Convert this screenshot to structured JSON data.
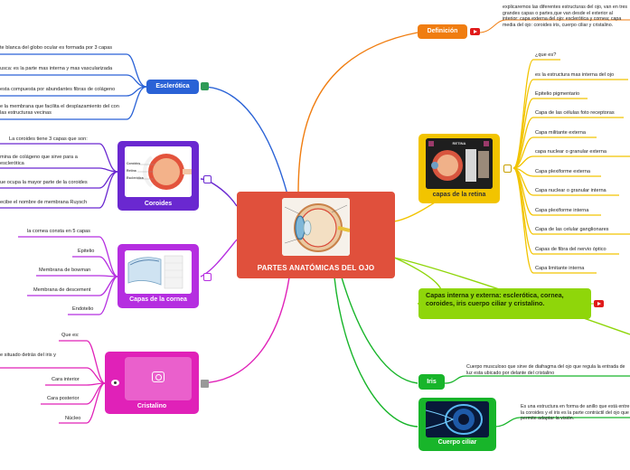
{
  "central": {
    "title": "PARTES ANATÓMICAS DEL OJO"
  },
  "nodes": {
    "definicion": "Definición",
    "esclerotica": "Esclerótica",
    "coroides": "Coroides",
    "cornea": "Capas de la cornea",
    "cristalino": "Cristalino",
    "retina": "capas de la retina",
    "capas_interna": "Capas interna y externa: esclerótica, cornea, coroides, iris cuerpo ciliar y cristalino.",
    "iris": "Iris",
    "cuerpo_ciliar": "Cuerpo ciliar"
  },
  "definicion_text": "explicaremos las diferentes estructuras del ojo, van en tres grandes capas o partes,que van desde el exterior al interior: capa externa del ojo: esclerótica y cornea; capa media del ojo: coroides iris, cuerpo ciliar y cristalino.",
  "esclerotica_leaves": [
    "te blanca del globo ocular es formada por 3 capas",
    "usca: es la parte mas interna y mas vascularizada",
    "esta compuesta por abundantes fibras de colágeno",
    "e la membrana que facilita el desplazamiento del con las estructuras vecinas"
  ],
  "coroides_leaves": [
    "La coroides tiene 3 capas que son:",
    "mina de colágeno que sirve para a esclerótica",
    "ue ocupa la mayor parte de la coroides",
    "ecibe el nombre de membrana Ruysch"
  ],
  "cornea_leaves": [
    "la cornea consta en 5 capas",
    "Epitelio",
    "Membrana de bowman",
    "Membrana de descement",
    "Endotelio"
  ],
  "cristalino_leaves": [
    "Que es:",
    "e situado detrás del iris y",
    "Cara interior",
    "Cara posterior",
    "Núcleo"
  ],
  "retina_leaves": [
    "¿que es?",
    "es la estructura mas interna del ojo",
    "Epitelio pigmentario",
    "Capa de las células foto receptoras",
    "Capa militante externa",
    "capa nuclear o granular externa",
    "Capa plexiforme externa",
    "Capa nuclear o granular interna",
    "Capa plexiforme interna",
    "Capa de las celular ganglionares",
    "Capas de fibra del nervio óptico",
    "Capa limitante interna"
  ],
  "retina_image_title": "RETINA",
  "coroides_image_labels": [
    "Coroides",
    "Retina",
    "Esclerótica"
  ],
  "iris_text": "Cuerpo musculoso que sirve de diafragma del ojo que regula la entrada de luz esta ubicado por delante del cristalino",
  "cuerpo_ciliar_text": "Es una estructura en forma de anillo que está entre la coroides y el iris es la parte contráctil del ojo que permite adaptar la visión.",
  "colors": {
    "central": "#e0503c",
    "definicion": "#f07d10",
    "esclerotica": "#2a62d6",
    "coroides": "#6a28d0",
    "cornea": "#b52ee0",
    "cristalino": "#e021b8",
    "retina": "#f2c400",
    "capas_interna": "#8fd60a",
    "iris": "#18b52a",
    "cuerpo_ciliar": "#18b52a"
  }
}
